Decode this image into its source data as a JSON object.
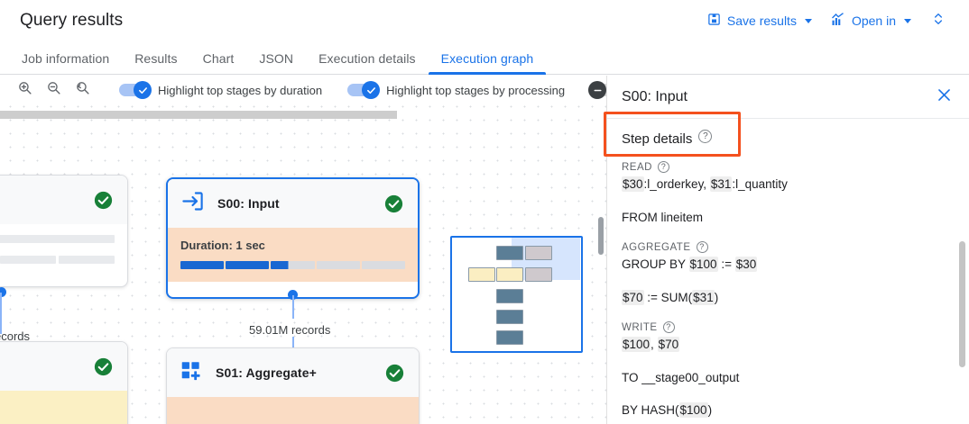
{
  "header": {
    "title": "Query results",
    "save_results_label": "Save results",
    "open_in_label": "Open in",
    "save_icon": "save-disk-icon",
    "open_in_icon": "chart-bars-icon",
    "expand_icon": "expand-collapse-icon"
  },
  "tabs": [
    {
      "label": "Job information",
      "active": false
    },
    {
      "label": "Results",
      "active": false
    },
    {
      "label": "Chart",
      "active": false
    },
    {
      "label": "JSON",
      "active": false
    },
    {
      "label": "Execution details",
      "active": false
    },
    {
      "label": "Execution graph",
      "active": true
    }
  ],
  "toolbar": {
    "zoom_in_icon": "zoom-in-icon",
    "zoom_out_icon": "zoom-out-icon",
    "zoom_reset_icon": "zoom-reset-icon",
    "toggles": [
      {
        "label": "Highlight top stages by duration",
        "state": "on"
      },
      {
        "label": "Highlight top stages by processing",
        "state": "on"
      },
      {
        "label": "",
        "state": "off"
      }
    ]
  },
  "graph": {
    "nodes": [
      {
        "id": "s00",
        "title": "S00: Input",
        "icon": "input-arrow-icon",
        "status": "success",
        "status_icon": "check-circle-icon",
        "duration_label": "Duration: 1 sec",
        "selected": true,
        "body_color": "#fadcc4",
        "bar_segments": 5,
        "bar_filled": 2.4
      },
      {
        "id": "s01",
        "title": "S01: Aggregate+",
        "icon": "aggregate-grid-plus-icon",
        "status": "success",
        "status_icon": "check-circle-icon",
        "duration_label": "",
        "selected": false,
        "body_color": "#fadcc4"
      }
    ],
    "edges": [
      {
        "label": "59.01M records",
        "from": "s00",
        "to": "s01"
      }
    ],
    "edge_color": "#8ab4f8",
    "selected_color": "#1a73e8",
    "partial_left_label": "ecords",
    "minimap": {
      "name": "graph-minimap",
      "viewport_color": "#8ab4f8"
    }
  },
  "panel": {
    "title": "S00: Input",
    "close_icon": "close-icon",
    "section_title": "Step details",
    "help_icon": "help-circle-icon",
    "blocks": [
      {
        "keyword": "READ",
        "lines": [
          "$30:l_orderkey, $31:l_quantity",
          "FROM lineitem"
        ]
      },
      {
        "keyword": "AGGREGATE",
        "lines": [
          "GROUP BY $100 := $30",
          "$70 := SUM($31)"
        ]
      },
      {
        "keyword": "WRITE",
        "lines": [
          "$100, $70",
          "TO __stage00_output",
          "BY HASH($100)"
        ]
      }
    ],
    "read_keyword": "READ",
    "read_line_1_pre": "",
    "read_var_30": "$30",
    "read_line_1_mid": ":l_orderkey, ",
    "read_var_31": "$31",
    "read_line_1_post": ":l_quantity",
    "read_line_2": "FROM lineitem",
    "agg_keyword": "AGGREGATE",
    "agg_line_1_pre": "GROUP BY ",
    "agg_var_100": "$100",
    "agg_line_1_mid": " := ",
    "agg_var_30": "$30",
    "agg_line_2_pre": "",
    "agg_var_70": "$70",
    "agg_line_2_mid": " := SUM(",
    "agg_var_31": "$31",
    "agg_line_2_post": ")",
    "write_keyword": "WRITE",
    "write_var_100": "$100",
    "write_comma": ", ",
    "write_var_70": "$70",
    "write_line_2": "TO __stage00_output",
    "write_line_3_pre": "BY HASH(",
    "write_var_hash": "$100",
    "write_line_3_post": ")"
  },
  "colors": {
    "accent": "#1a73e8",
    "annotation": "#f4511e",
    "success": "#188038",
    "duration_fill": "#1967d2",
    "peach": "#fadcc4",
    "cream": "#fbf0c4"
  }
}
